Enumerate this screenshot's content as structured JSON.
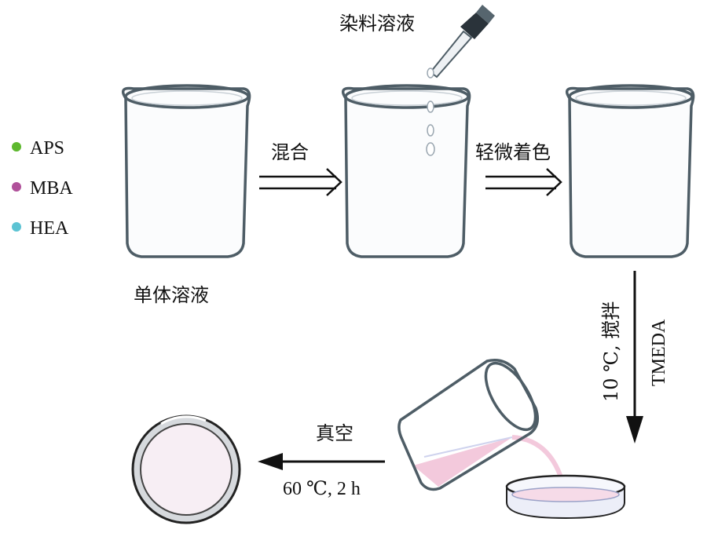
{
  "labels": {
    "dye_solution": "染料溶液",
    "mix": "混合",
    "slight_coloring": "轻微着色",
    "monomer_solution": "单体溶液",
    "stir_condition": "10 ℃, 搅拌",
    "catalyst": "TMEDA",
    "vacuum": "真空",
    "cure_condition": "60 ℃, 2 h"
  },
  "legend": [
    {
      "name": "APS",
      "color": "#5db82e"
    },
    {
      "name": "MBA",
      "color": "#b0519a"
    },
    {
      "name": "HEA",
      "color": "#5cc3d3"
    }
  ],
  "colors": {
    "glass_stroke": "#4e5d66",
    "pink_liquid": "#d9a5c8",
    "light_pink": "#f3d3e2",
    "clear_liquid": "#f3f5f7"
  }
}
